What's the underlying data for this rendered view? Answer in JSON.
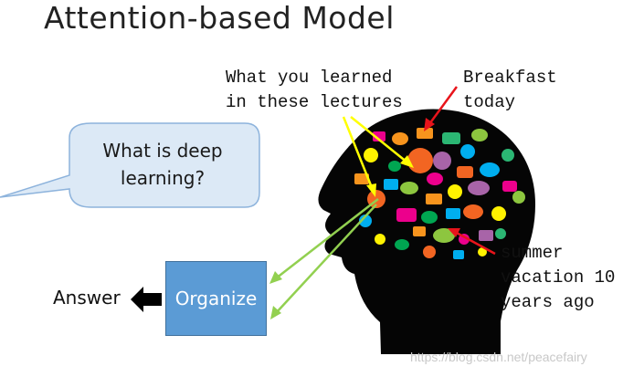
{
  "title": "Attention-based Model",
  "question_bubble": {
    "text": "What is deep learning?",
    "fill": "#dce9f6",
    "stroke": "#8db3dc"
  },
  "labels": {
    "lectures_line1": "What you learned",
    "lectures_line2": "in these lectures",
    "breakfast_line1": "Breakfast",
    "breakfast_line2": "today",
    "summer_line1": "summer",
    "summer_line2": "vacation 10",
    "summer_line3": "years ago"
  },
  "organize_button": "Organize",
  "answer_label": "Answer",
  "watermark": "https://blog.csdn.net/peacefairy",
  "colors": {
    "head": "#050505",
    "yellow_arrow": "#ffff00",
    "red_arrow": "#e8141b",
    "green_arrow": "#92d050",
    "box": "#5b9bd5"
  },
  "icons": {
    "answer_arrow": "left-arrow-icon",
    "speech_bubble": "speech-bubble-icon"
  }
}
